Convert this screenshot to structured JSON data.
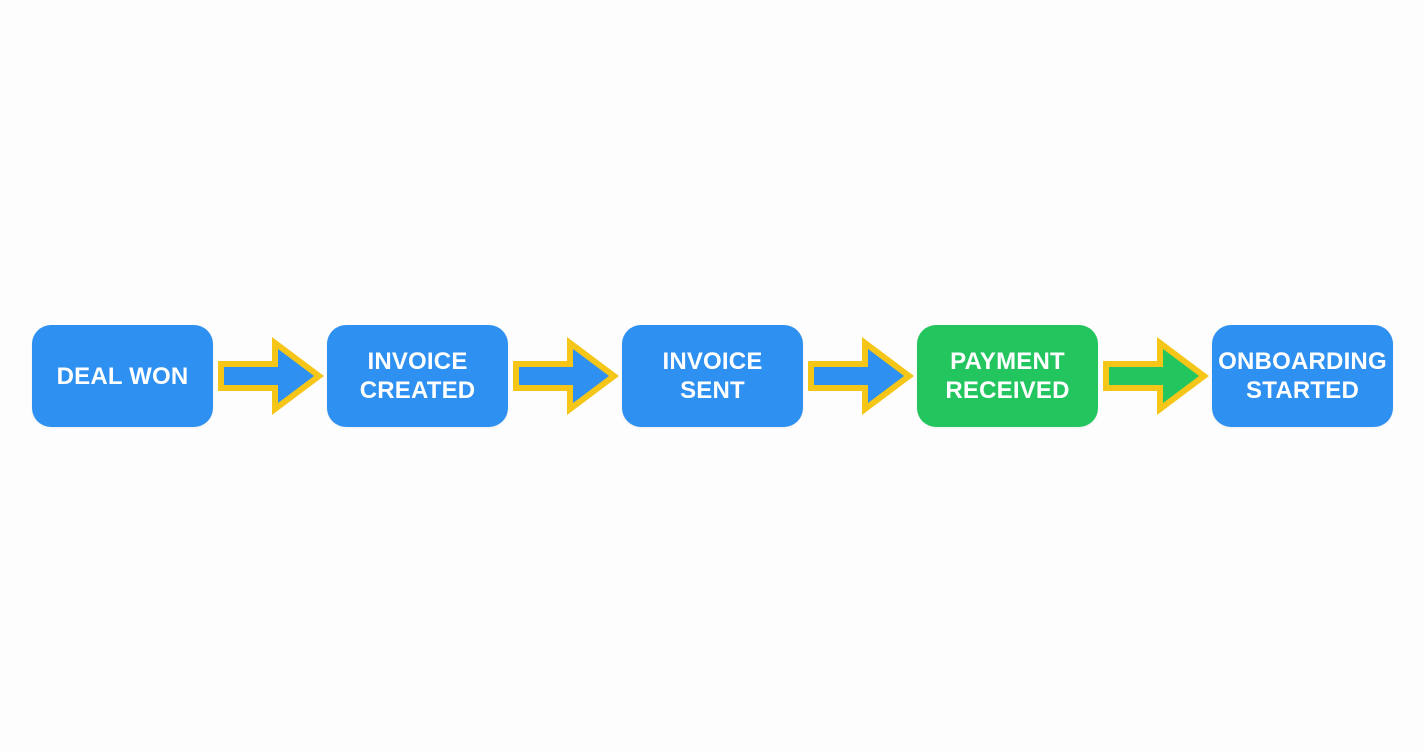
{
  "diagram": {
    "type": "horizontal-process-flow",
    "background_color": "#fdfdfd",
    "title": "",
    "palette": {
      "node_blue": "#2e90f0",
      "node_green": "#22c55e",
      "arrow_outline_yellow": "#f5c518",
      "arrow_fill_blue": "#2e90f0",
      "arrow_fill_green": "#22c55e",
      "label_text": "#ffffff"
    },
    "nodes": [
      {
        "id": "deal-won",
        "label": "DEAL WON",
        "lines": 1,
        "fill": "#2e90f0",
        "color_name": "blue",
        "width_class": "w-deal"
      },
      {
        "id": "invoice-created",
        "label": "INVOICE\nCREATED",
        "lines": 2,
        "fill": "#2e90f0",
        "color_name": "blue",
        "width_class": "w-created"
      },
      {
        "id": "invoice-sent",
        "label": "INVOICE\nSENT",
        "lines": 2,
        "fill": "#2e90f0",
        "color_name": "blue",
        "width_class": "w-sent"
      },
      {
        "id": "payment-received",
        "label": "PAYMENT\nRECEIVED",
        "lines": 2,
        "fill": "#22c55e",
        "color_name": "green",
        "width_class": "w-payment"
      },
      {
        "id": "onboarding-started",
        "label": "ONBOARDING\nSTARTED",
        "lines": 2,
        "fill": "#2e90f0",
        "color_name": "blue",
        "width_class": "w-onboard"
      }
    ],
    "connectors": [
      {
        "id": "arrow-1",
        "from": "deal-won",
        "to": "invoice-created",
        "icon": "right-block-arrow-icon",
        "fill": "#2e90f0",
        "stroke": "#f5c518"
      },
      {
        "id": "arrow-2",
        "from": "invoice-created",
        "to": "invoice-sent",
        "icon": "right-block-arrow-icon",
        "fill": "#2e90f0",
        "stroke": "#f5c518"
      },
      {
        "id": "arrow-3",
        "from": "invoice-sent",
        "to": "payment-received",
        "icon": "right-block-arrow-icon",
        "fill": "#2e90f0",
        "stroke": "#f5c518"
      },
      {
        "id": "arrow-4",
        "from": "payment-received",
        "to": "onboarding-started",
        "icon": "right-block-arrow-icon",
        "fill": "#22c55e",
        "stroke": "#f5c518"
      }
    ]
  }
}
